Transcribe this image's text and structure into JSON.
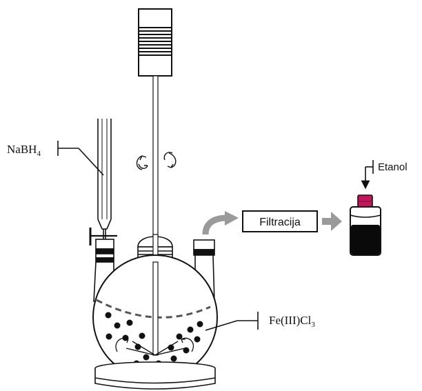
{
  "labels": {
    "reagent_left": "NaBH",
    "reagent_left_sub": "4",
    "reagent_right": "Fe(III)Cl",
    "reagent_right_sub": "3",
    "process_step": "Filtracija",
    "solvent": "Etanol"
  },
  "colors": {
    "stroke": "#111111",
    "arrow_grey": "#9a9a9a",
    "particle": "#111111",
    "vial_cap": "#c2185b",
    "vial_liquid": "#0a0a0a"
  }
}
